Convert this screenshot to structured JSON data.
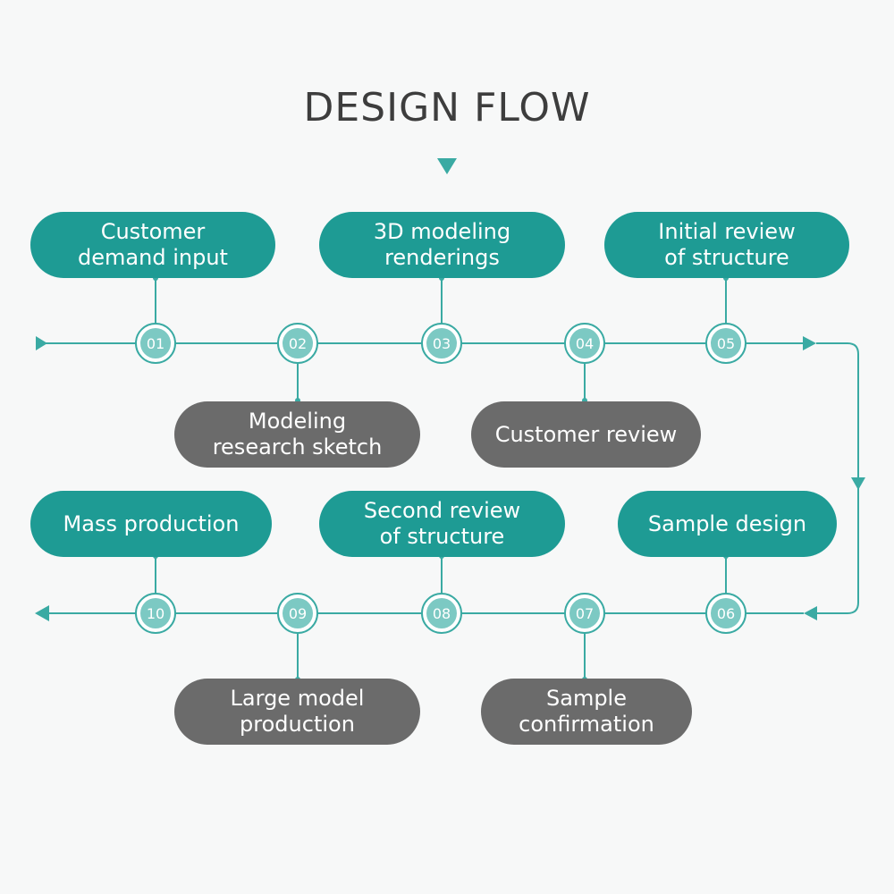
{
  "title": "DESIGN FLOW",
  "colors": {
    "accent": "#1e9b94",
    "line": "#3aaaa3",
    "node_fill": "#7cc9c3",
    "gray_box": "#6b6b6b",
    "title": "#3d3d3d"
  },
  "steps": [
    {
      "number": "01",
      "label": "Customer\ndemand input"
    },
    {
      "number": "02",
      "label": "Modeling\nresearch sketch"
    },
    {
      "number": "03",
      "label": "3D modeling\nrenderings"
    },
    {
      "number": "04",
      "label": "Customer review"
    },
    {
      "number": "05",
      "label": "Initial review\nof structure"
    },
    {
      "number": "06",
      "label": "Sample design"
    },
    {
      "number": "07",
      "label": "Sample\nconfirmation"
    },
    {
      "number": "08",
      "label": "Second review\nof structure"
    },
    {
      "number": "09",
      "label": "Large model\nproduction"
    },
    {
      "number": "10",
      "label": "Mass production"
    }
  ]
}
